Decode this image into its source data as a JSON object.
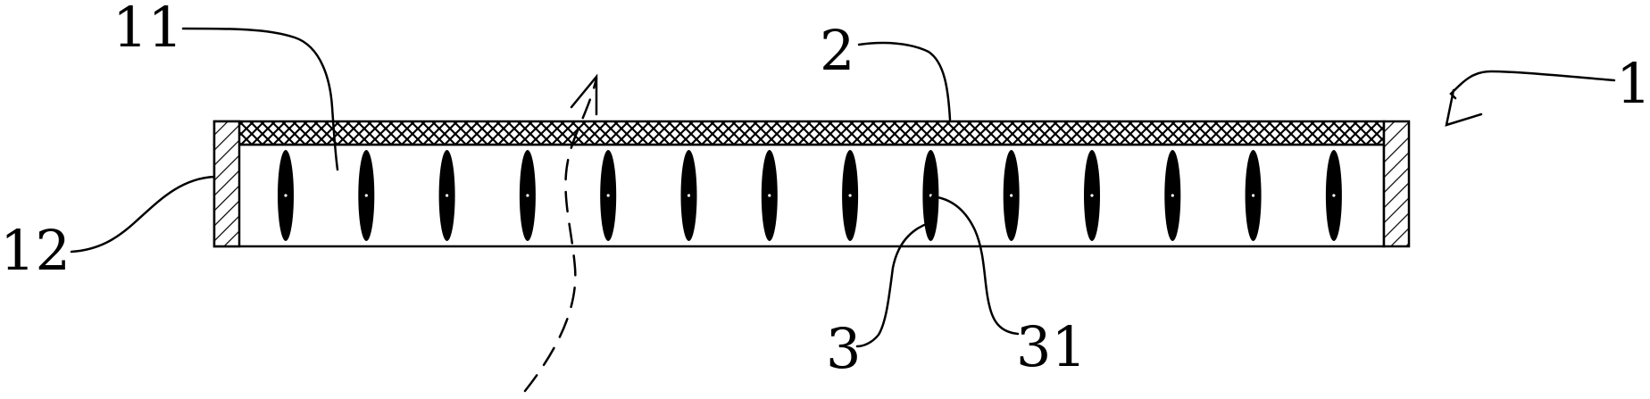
{
  "labels": {
    "l11": "11",
    "l2": "2",
    "l1": "1",
    "l12": "12",
    "l3": "3",
    "l31": "31"
  },
  "diagram": {
    "crystal_count": 14,
    "colors": {
      "ink": "#000000",
      "background": "#ffffff"
    }
  }
}
